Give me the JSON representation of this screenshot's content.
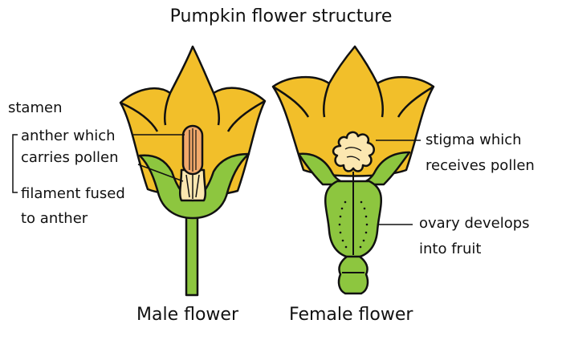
{
  "title": "Pumpkin flower structure",
  "labels": {
    "stamen": "stamen",
    "anther_line1": "anther which",
    "anther_line2": "carries pollen",
    "filament_line1": "filament fused",
    "filament_line2": "to anther",
    "stigma_line1": "stigma which",
    "stigma_line2": "receives pollen",
    "ovary_line1": "ovary develops",
    "ovary_line2": "into fruit"
  },
  "captions": {
    "male": "Male flower",
    "female": "Female flower"
  },
  "colors": {
    "petal": "#F2BF2A",
    "stem": "#8DC63F",
    "anther": "#F2A96B",
    "stigma": "#FBE7B0",
    "outline": "#111111"
  }
}
